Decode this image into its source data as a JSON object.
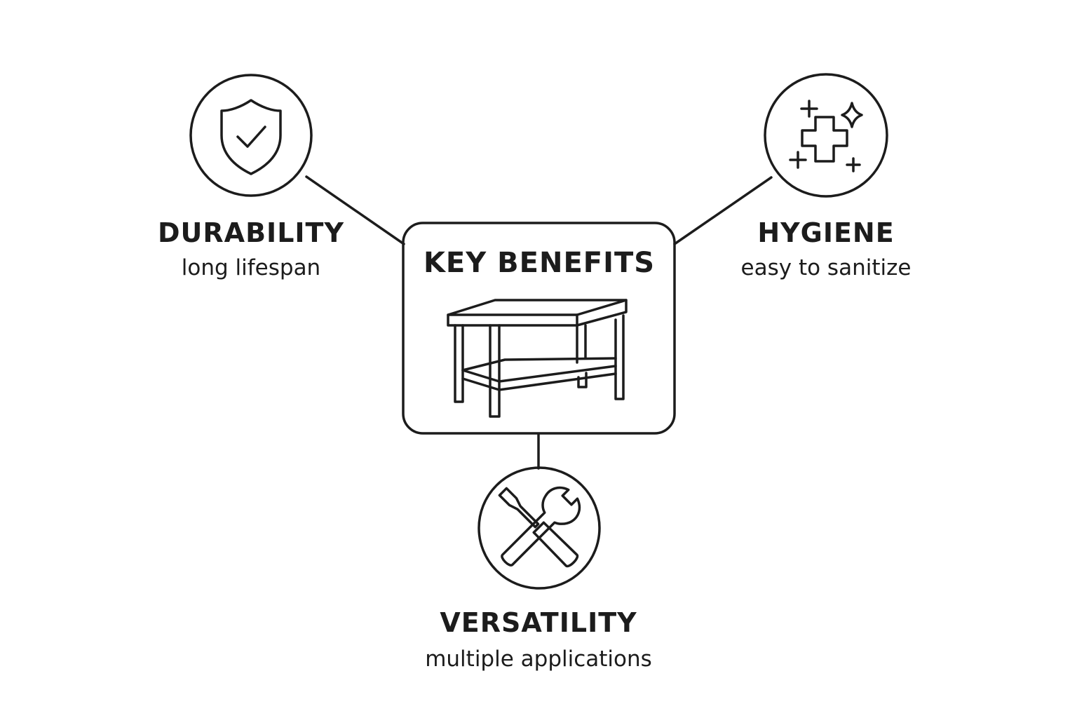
{
  "center": {
    "title": "KEY BENEFITS",
    "icon": "workbench-table-icon"
  },
  "benefits": [
    {
      "title": "DURABILITY",
      "subtitle": "long lifespan",
      "icon": "shield-check-icon"
    },
    {
      "title": "HYGIENE",
      "subtitle": "easy to sanitize",
      "icon": "sparkle-cross-icon"
    },
    {
      "title": "VERSATILITY",
      "subtitle": "multiple applications",
      "icon": "wrench-screwdriver-icon"
    }
  ],
  "colors": {
    "stroke": "#1c1c1c",
    "background": "#ffffff"
  }
}
